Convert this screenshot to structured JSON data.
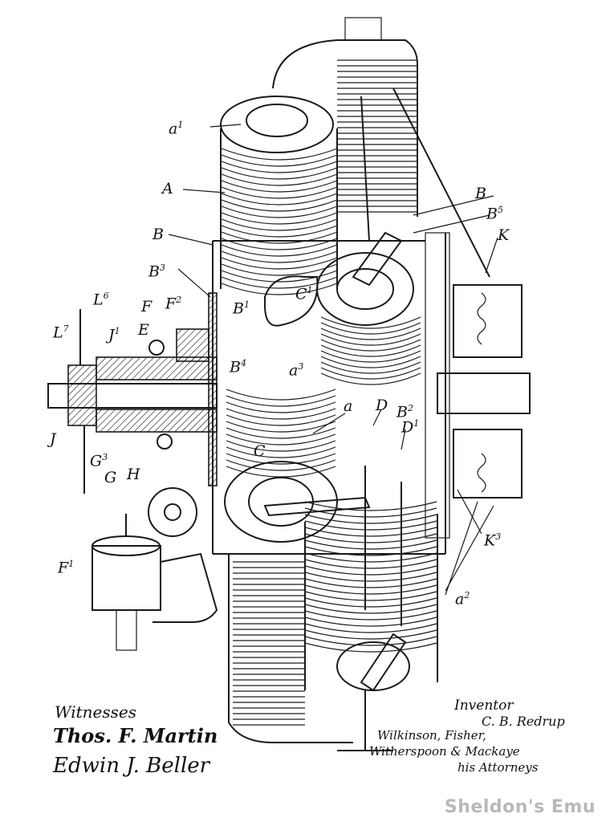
{
  "labels": {
    "a1": "a",
    "a1_sup": "1",
    "A": "A",
    "B_left": "B",
    "B3": "B",
    "B3_sup": "3",
    "L6": "L",
    "L6_sup": "6",
    "L7": "L",
    "L7_sup": "7",
    "F": "F",
    "F2": "F",
    "F2_sup": "2",
    "B1": "B",
    "B1_sup": "1",
    "J1": "J",
    "J1_sup": "1",
    "E": "E",
    "B4": "B",
    "B4_sup": "4",
    "C1": "C",
    "C1_sup": "1",
    "a3": "a",
    "a3_sup": "3",
    "B_right": "B",
    "B5": "B",
    "B5_sup": "5",
    "K": "K",
    "a": "a",
    "D": "D",
    "B2": "B",
    "B2_sup": "2",
    "D1": "D",
    "D1_sup": "1",
    "J": "J",
    "G3": "G",
    "G3_sup": "3",
    "G": "G",
    "H": "H",
    "C": "C",
    "F1": "F",
    "F1_sup": "1",
    "K3": "K",
    "K3_sup": "3",
    "a2": "a",
    "a2_sup": "2"
  },
  "signatures": {
    "witnesses_heading": "Witnesses",
    "witness_1": "Thos. F. Martin",
    "witness_2": "Edwin J. Beller",
    "inventor_heading": "Inventor",
    "inventor_name": "C. B. Redrup",
    "attorneys_line1": "Wilkinson, Fisher,",
    "attorneys_line2": "Witherspoon & Mackaye",
    "attorneys_line3": "his Attorneys"
  },
  "watermark": "Sheldon's Emu"
}
